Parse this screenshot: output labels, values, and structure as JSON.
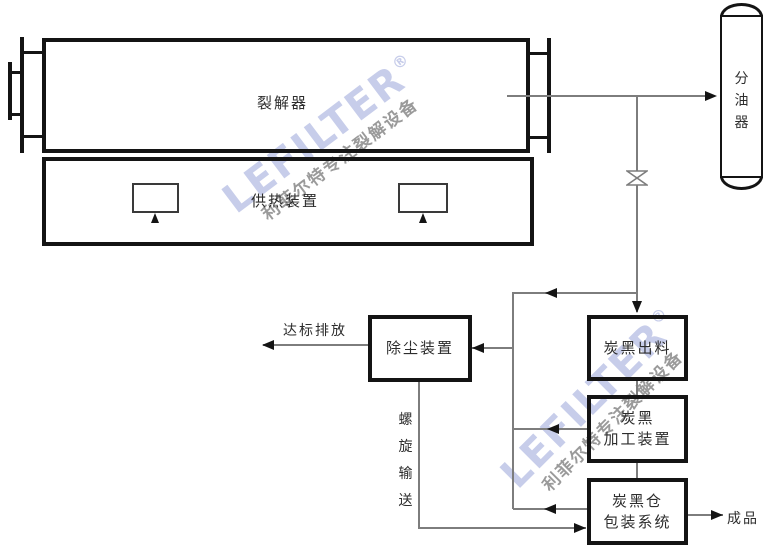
{
  "nodes": {
    "reactor": "裂解器",
    "heater": "供热装置",
    "separator": "分油器",
    "dust_collector": "除尘装置",
    "carbon_black_discharge": "炭黑出料",
    "carbon_black_processing_line1": "炭黑",
    "carbon_black_processing_line2": "加工装置",
    "carbon_black_packing_line1": "炭黑仓",
    "carbon_black_packing_line2": "包装系统"
  },
  "labels": {
    "emission": "达标排放",
    "screw_conveyor": "螺旋输送",
    "finished_product": "成品"
  },
  "watermark": {
    "logo": "LEFILTER",
    "registered_mark": "®",
    "subtitle": "利菲尔特专注裂解设备",
    "logo_color": "#c7cdea",
    "subtitle_color": "#9a9a9a"
  },
  "colors": {
    "structure_line": "#141414",
    "flow_line": "#7d7d7d",
    "text": "#2d2d2d",
    "background": "#ffffff"
  }
}
